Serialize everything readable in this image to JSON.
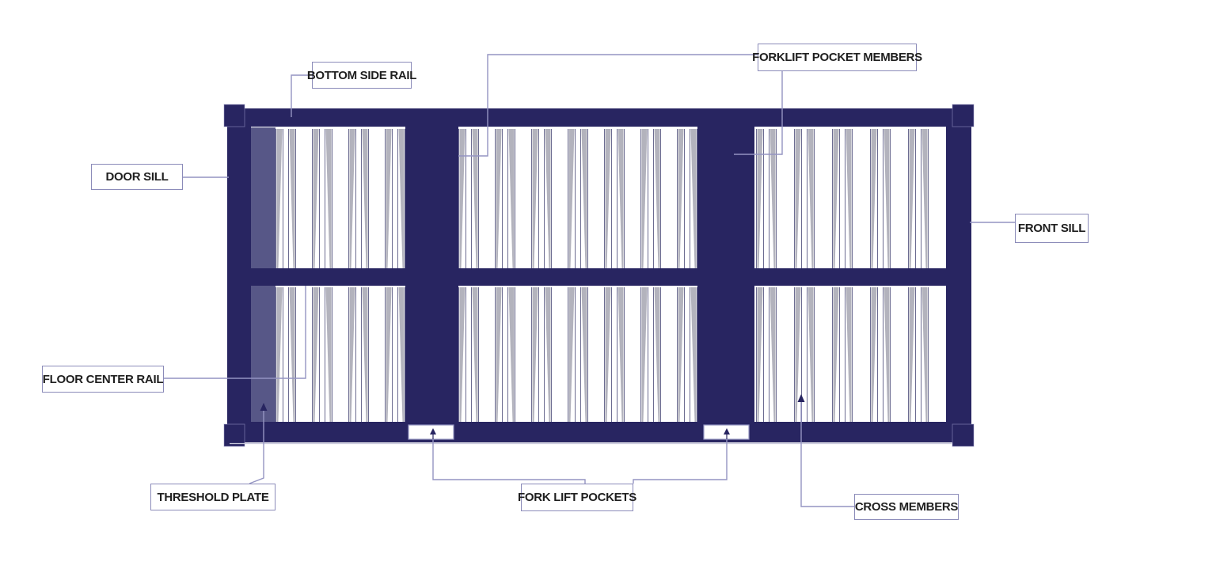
{
  "diagram_subject": "container underframe parts diagram",
  "labels": {
    "bottom_side_rail": "BOTTOM SIDE RAIL",
    "forklift_pocket_members": "FORKLIFT POCKET MEMBERS",
    "door_sill": "DOOR SILL",
    "front_sill": "FRONT SILL",
    "floor_center_rail": "FLOOR CENTER RAIL",
    "threshold_plate": "THRESHOLD PLATE",
    "fork_lift_pockets": "FORK LIFT POCKETS",
    "cross_members": "CROSS MEMBERS"
  },
  "icons": {
    "callout_pointers": "arrow-up-icon"
  },
  "colors": {
    "frame_navy": "#282561",
    "threshold_slate": "#575787",
    "stripe_gray": "#b3b3bd",
    "stripe_line": "#52527e",
    "leader_purple": "#9494c2",
    "label_border": "#8b8bb9",
    "label_text": "#1f1f1f",
    "background": "#ffffff"
  }
}
